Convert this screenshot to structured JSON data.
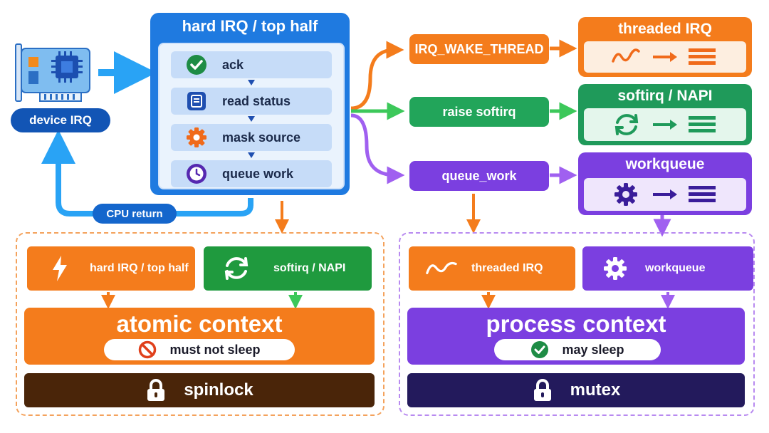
{
  "device": {
    "label": "device IRQ",
    "cpu_return": "CPU return"
  },
  "top_half": {
    "title": "hard IRQ / top half",
    "steps": [
      {
        "label": "ack",
        "icon": "check-circle-icon"
      },
      {
        "label": "read status",
        "icon": "document-icon"
      },
      {
        "label": "mask source",
        "icon": "gear-icon"
      },
      {
        "label": "queue work",
        "icon": "clock-icon"
      }
    ]
  },
  "actions": {
    "wake": "IRQ_WAKE_THREAD",
    "softirq": "raise softirq",
    "queue": "queue_work"
  },
  "cards": {
    "threaded": "threaded IRQ",
    "softirq": "softirq / NAPI",
    "workqueue": "workqueue"
  },
  "atomic": {
    "src_hard": "hard IRQ / top half",
    "src_softirq": "softirq / NAPI",
    "title": "atomic context",
    "rule": "must not sleep",
    "lock": "spinlock"
  },
  "process": {
    "src_threaded": "threaded IRQ",
    "src_workqueue": "workqueue",
    "title": "process context",
    "rule": "may sleep",
    "lock": "mutex"
  },
  "colors": {
    "blue": "#1f7ae0",
    "orange": "#f47c1c",
    "green": "#22a55a",
    "purple": "#7b3fe0",
    "brown": "#4a2509",
    "navy": "#231a5c"
  }
}
